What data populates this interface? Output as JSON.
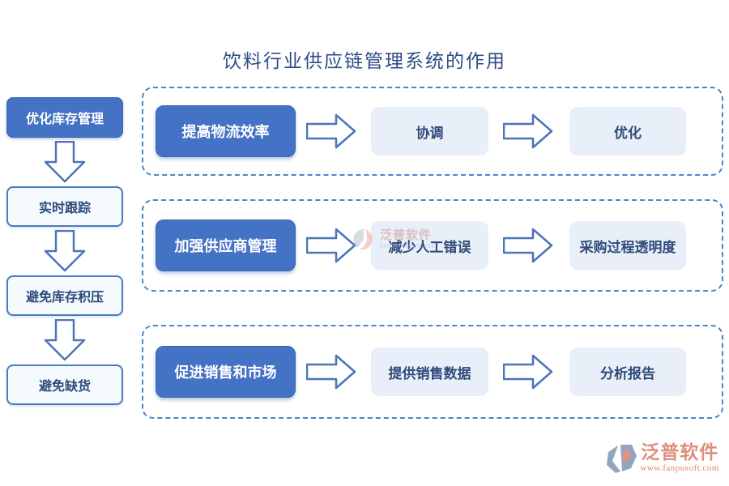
{
  "title": "饮料行业供应链管理系统的作用",
  "sidebar": {
    "steps": [
      {
        "label": "优化库存管理"
      },
      {
        "label": "实时跟踪"
      },
      {
        "label": "避免库存积压"
      },
      {
        "label": "避免缺货"
      }
    ]
  },
  "rows": [
    {
      "source": "提高物流效率",
      "step1": "协调",
      "step2": "优化"
    },
    {
      "source": "加强供应商管理",
      "step1": "减少人工错误",
      "step2": "采购过程透明度"
    },
    {
      "source": "促进销售和市场",
      "step1": "提供销售数据",
      "step2": "分析报告"
    }
  ],
  "watermark": {
    "brand": "泛普软件",
    "brand_en": "FANPU SOFTWARE"
  },
  "footer": {
    "brand": "泛普软件",
    "url": "www.fanpusoft.com"
  },
  "colors": {
    "primary_blue": "#4472C4",
    "light_box_fill": "#E9EFF8",
    "dashed_border": "#4A86CC",
    "title_text": "#2F4C86",
    "dark_text": "#2E4A7A",
    "brand_salmon": "#DF8E7A"
  }
}
